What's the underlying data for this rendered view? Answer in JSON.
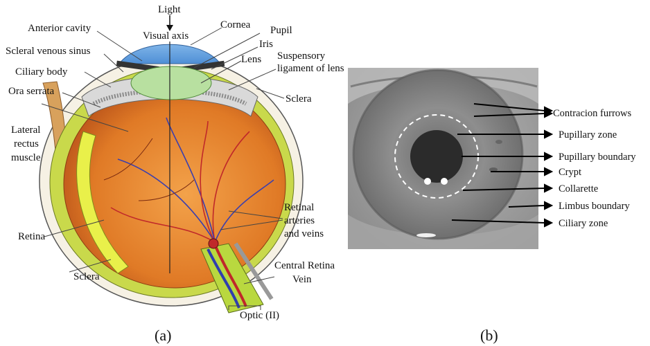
{
  "panel_a": {
    "caption": "(a)",
    "labels": {
      "light": "Light",
      "visual_axis": "Visual axis",
      "anterior_cavity": "Anterior cavity",
      "cornea": "Cornea",
      "pupil": "Pupil",
      "iris": "Iris",
      "lens": "Lens",
      "suspensory_1": "Suspensory",
      "suspensory_2": "ligament of lens",
      "scleral_venous_sinus": "Scleral venous sinus",
      "ciliary_body": "Ciliary body",
      "ora_serrata": "Ora serrata",
      "sclera_right": "Sclera",
      "lateral_1": "Lateral",
      "lateral_2": "rectus",
      "lateral_3": "muscle",
      "retinal_1": "Retinal",
      "retinal_2": "arteries",
      "retinal_3": "and veins",
      "retina": "Retina",
      "sclera_bottom": "Sclera",
      "central_1": "Central Retina",
      "central_2": "Vein",
      "optic": "Optic (II)"
    }
  },
  "panel_b": {
    "caption": "(b)",
    "labels": [
      "Contracion furrows",
      "Pupillary zone",
      "Pupillary boundary",
      "Crypt",
      "Collarette",
      "Limbus boundary",
      "Ciliary zone"
    ]
  }
}
